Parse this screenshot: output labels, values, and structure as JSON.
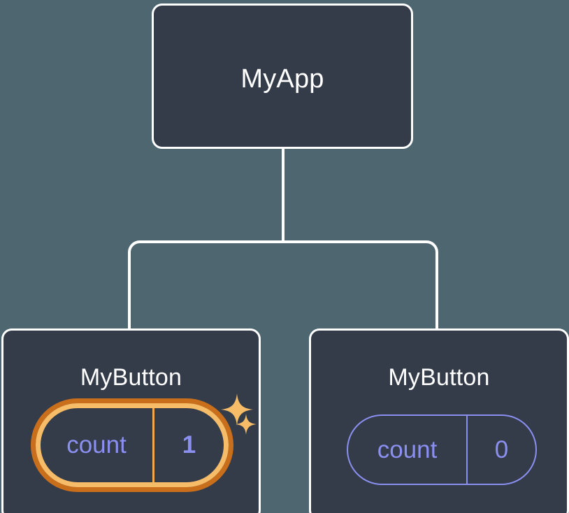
{
  "diagram": {
    "type": "component-tree",
    "background_color": "#4d6670",
    "node_fill_color": "#343c4a",
    "node_border_color": "#ffffff",
    "connector_color": "#ffffff",
    "highlight_outer_color": "#c96f1c",
    "highlight_inner_color": "#f7bc68",
    "accent_text_color": "#8b8ff0",
    "sparkle_color": "#f7bc68"
  },
  "root": {
    "title": "MyApp"
  },
  "children": [
    {
      "title": "MyButton",
      "state": {
        "label": "count",
        "value": "1"
      },
      "highlighted": true,
      "sparkles": [
        {
          "name": "sparkle-large"
        },
        {
          "name": "sparkle-small"
        }
      ]
    },
    {
      "title": "MyButton",
      "state": {
        "label": "count",
        "value": "0"
      },
      "highlighted": false
    }
  ]
}
